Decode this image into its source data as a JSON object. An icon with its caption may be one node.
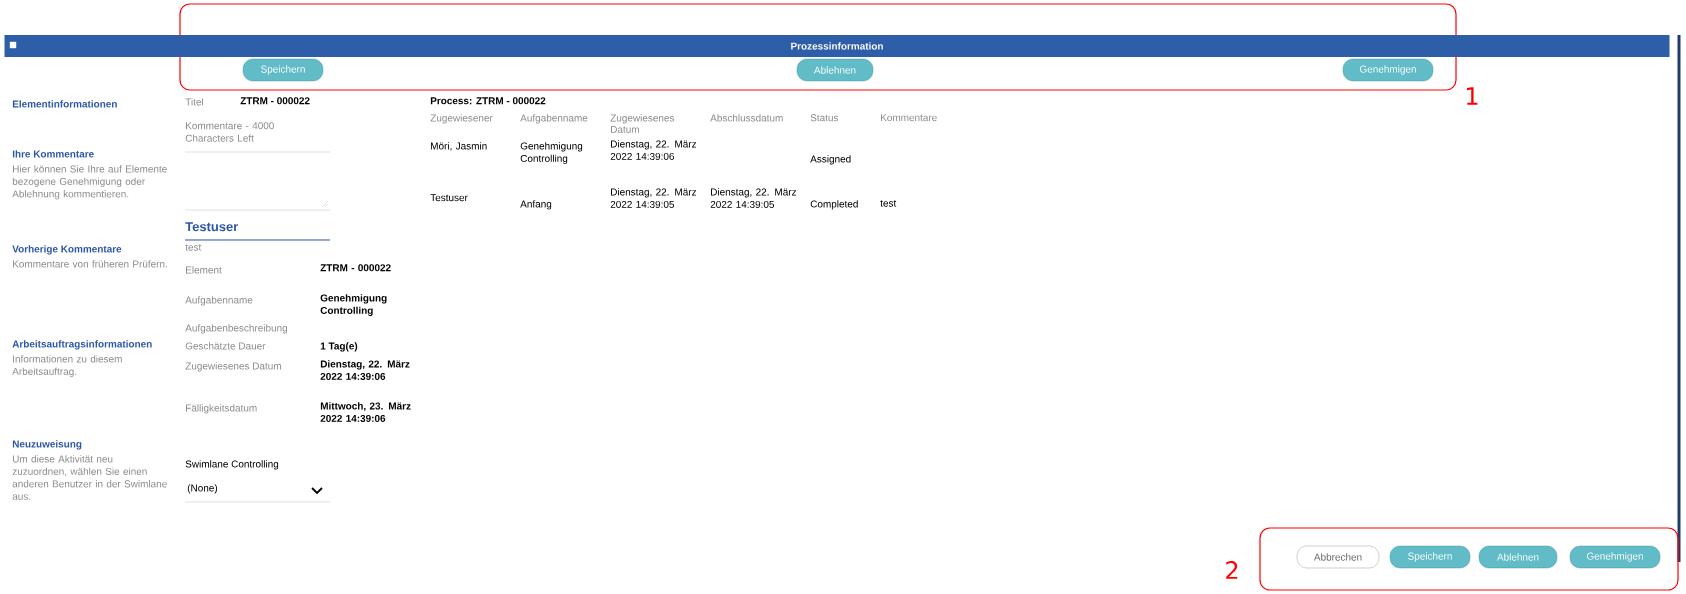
{
  "diagram": {
    "nodes": [
      {
        "text": [],
        "shape": "box",
        "beside": [
          "1"
        ]
      },
      {
        "text": [
          "Prozessinformation"
        ]
      },
      {
        "text": [
          "Speichern"
        ],
        "in": 0
      },
      {
        "text": [
          "Ablehnen"
        ],
        "in": 0
      },
      {
        "text": [
          "Genehmigen"
        ],
        "in": 0
      },
      {
        "text": [],
        "shape": "box",
        "beside": [
          "2"
        ]
      },
      {
        "text": [
          "Abbrechen"
        ],
        "in": 5
      },
      {
        "text": [
          "Speichern"
        ],
        "in": 5
      },
      {
        "text": [
          "Ablehnen"
        ],
        "in": 5
      },
      {
        "text": [
          "Genehmigen"
        ],
        "in": 5
      }
    ],
    "labels": [
      "Elementinformationen",
      "Titel",
      "ZTRM - 000022",
      "Process: ZTRM - 000022",
      "Zugewiesener",
      "Aufgabenname",
      "Zugewiesenes Datum",
      "Abschlussdatum",
      "Status",
      "Kommentare",
      "Möri, Jasmin",
      "Genehmigung Controlling",
      "Dienstag, 22. März 2022 14:39:06",
      "Assigned",
      "Testuser",
      "Anfang",
      "Dienstag, 22. März 2022 14:39:05",
      "Dienstag, 22. März 2022 14:39:05",
      "Completed",
      "test",
      "Kommentare - 4000 Characters Left",
      "Ihre Kommentare",
      "Hier können Sie Ihre auf Elemente bezogene Genehmigung oder Ablehnung kommentieren.",
      "Vorherige Kommentare",
      "Kommentare von früheren Prüfern.",
      "Testuser",
      "test",
      "Element",
      "ZTRM - 000022",
      "Aufgabenname",
      "Genehmigung Controlling",
      "Aufgabenbeschreibung",
      "Geschätzte Dauer",
      "1 Tag(e)",
      "Zugewiesenes Datum",
      "Dienstag, 22. März 2022 14:39:06",
      "Fälligkeitsdatum",
      "Mittwoch, 23. März 2022 14:39:06",
      "Arbeitsauftragsinformationen",
      "Informationen zu diesem Arbeitsauftrag.",
      "Neuzuweisung",
      "Um diese Aktivität neu zuzuordnen, wählen Sie einen anderen Benutzer in der Swimlane aus.",
      "Swimlane Controlling",
      "(None)"
    ]
  }
}
